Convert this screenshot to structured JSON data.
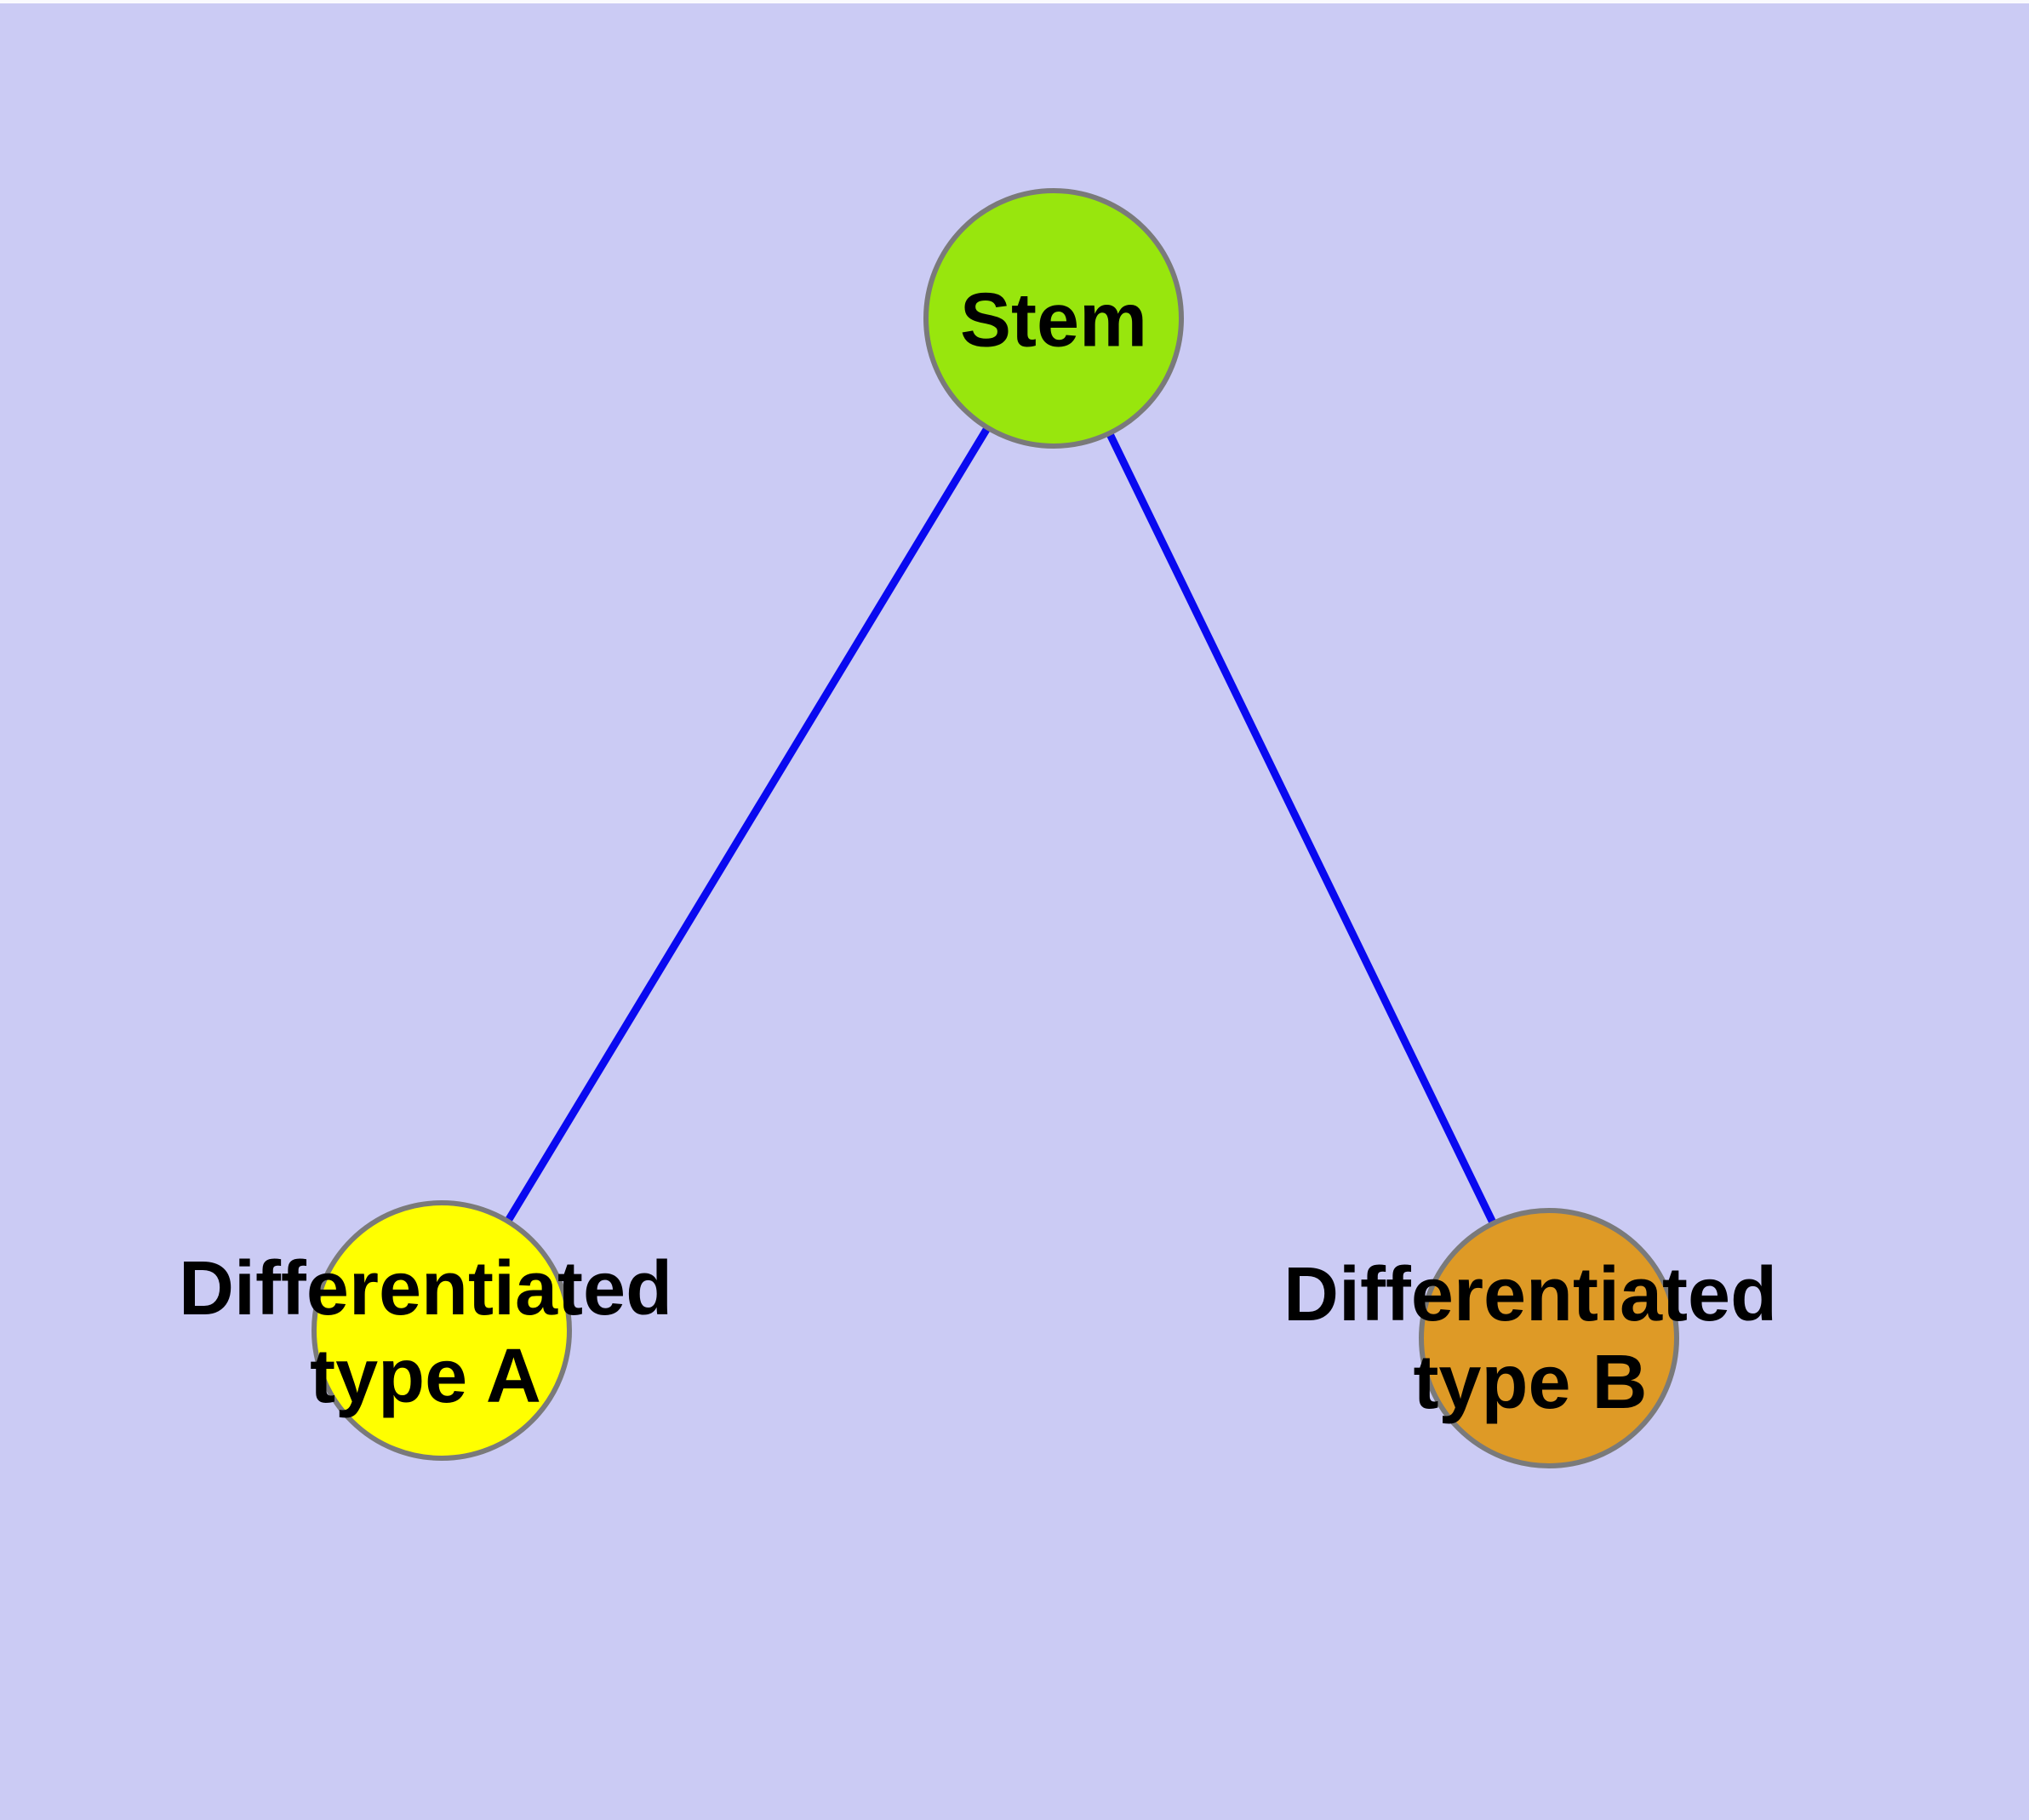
{
  "figure": {
    "type": "graph-diagram",
    "background_color": "#CBCBF4",
    "top_border_color": "#FAFAFE",
    "edge_color": "#0909F0",
    "node_border_color": "#7A7A7A",
    "label_color": "#000000"
  },
  "nodes": {
    "stem": {
      "label": "Stem",
      "fill": "#98E60D"
    },
    "type_a": {
      "label": "Differentiated\ntype A",
      "fill": "#FFFF00"
    },
    "type_b": {
      "label": "Differentiated\ntype B",
      "fill": "#DE9A26"
    }
  },
  "edges": [
    {
      "from": "Stem",
      "to": "Differentiated type A"
    },
    {
      "from": "Stem",
      "to": "Differentiated type B"
    }
  ]
}
